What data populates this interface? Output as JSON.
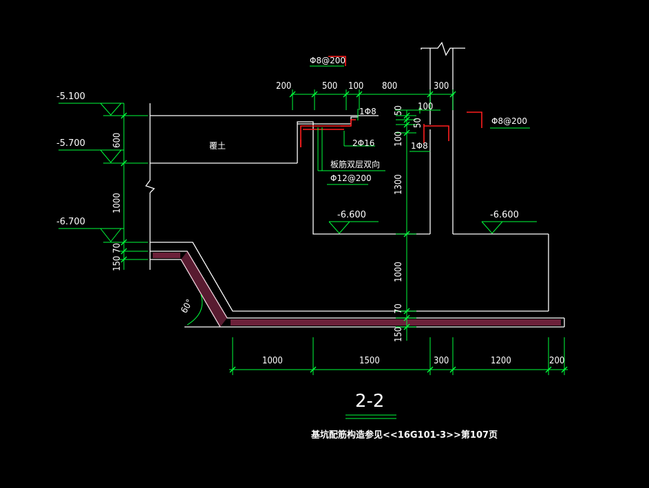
{
  "section": {
    "title": "2-2",
    "note": "基坑配筋构造参见<<16G101-3>>第107页"
  },
  "levels": {
    "l1": "-5.100",
    "l2": "-5.700",
    "l3": "-6.700",
    "l4": "-6.600",
    "l5": "-6.600"
  },
  "labels": {
    "fill": "覆土",
    "slab": "板筋双层双向"
  },
  "rebar": {
    "top_stirrup": "Φ8@200",
    "right_stirrup": "Φ8@200",
    "bar_1phi8_top": "1Φ8",
    "bar_1phi8_side": "1Φ8",
    "bar_2phi16": "2Φ16",
    "slab_rebar": "Φ12@200"
  },
  "dims": {
    "top": [
      "200",
      "500",
      "100",
      "800",
      "300"
    ],
    "top_100": "100",
    "bottom": [
      "1000",
      "1500",
      "300",
      "1200",
      "200"
    ],
    "left": [
      "600",
      "1000",
      "70",
      "150"
    ],
    "center": [
      "50",
      "50",
      "100",
      "1300",
      "1000",
      "70",
      "150"
    ]
  },
  "angle": "60°"
}
